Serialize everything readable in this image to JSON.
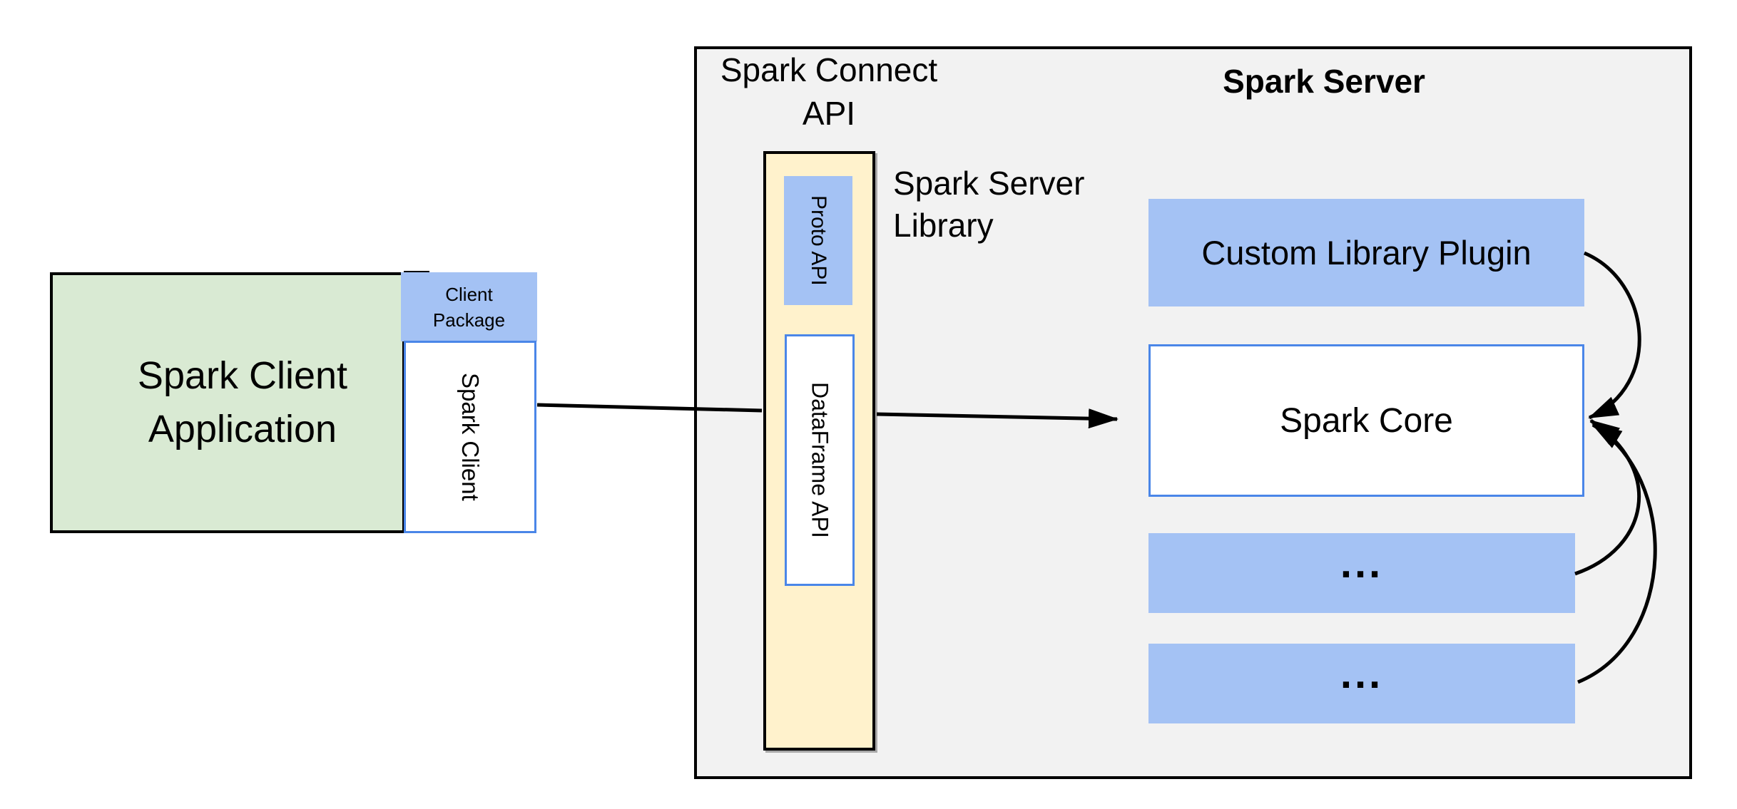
{
  "diagram": {
    "colors": {
      "server_background": "#f2f2f2",
      "client_app_fill": "#d9ead3",
      "accent_blue_fill": "#a4c2f4",
      "library_fill": "#fff2cc",
      "blue_border": "#4a86e8",
      "line_color": "#000000"
    },
    "client_app": {
      "label": "Spark Client\nApplication"
    },
    "client_package": {
      "label": "Client\nPackage"
    },
    "spark_client": {
      "label": "Spark Client"
    },
    "spark_connect_api": {
      "label": "Spark Connect\nAPI"
    },
    "server_library": {
      "label": "Spark Server\nLibrary"
    },
    "proto_api": {
      "label": "Proto API"
    },
    "dataframe_api": {
      "label": "DataFrame API"
    },
    "spark_server": {
      "title": "Spark Server"
    },
    "custom_plugin": {
      "label": "Custom Library Plugin"
    },
    "spark_core": {
      "label": "Spark Core"
    },
    "plugin_slot_1": {
      "label": "..."
    },
    "plugin_slot_2": {
      "label": "..."
    }
  }
}
